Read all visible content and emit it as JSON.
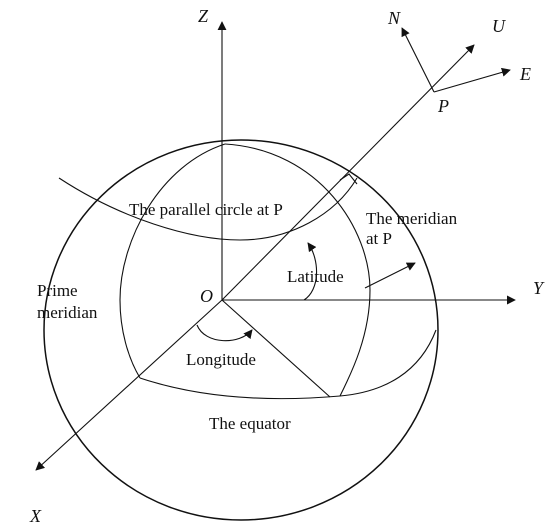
{
  "axes": {
    "z": "Z",
    "y": "Y",
    "x": "X",
    "origin": "O"
  },
  "local_frame": {
    "n": "N",
    "u": "U",
    "e": "E",
    "point": "P"
  },
  "labels": {
    "parallel_circle": "The parallel circle at P",
    "meridian_line1": "The meridian",
    "meridian_line2": "at P",
    "latitude": "Latitude",
    "prime_line1": "Prime",
    "prime_line2": "meridian",
    "longitude": "Longitude",
    "equator": "The equator"
  },
  "colors": {
    "stroke": "#111111",
    "background": "#ffffff"
  }
}
